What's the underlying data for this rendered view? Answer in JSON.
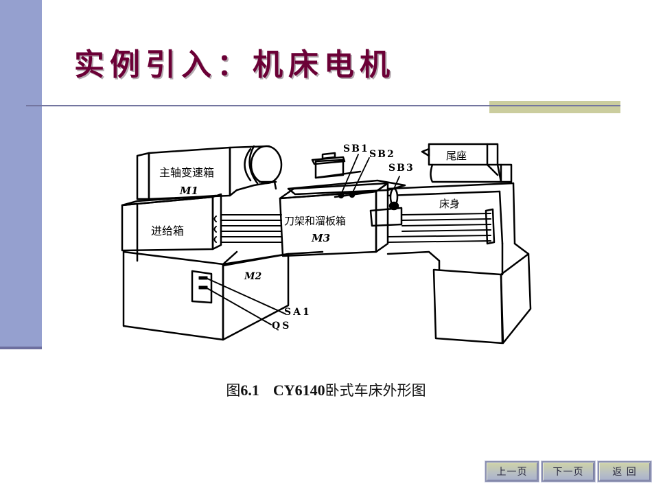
{
  "slide": {
    "title": "实例引入：机床电机",
    "colors": {
      "sidebar": "#95a0cf",
      "title": "#6b0036",
      "rule": "#73759f",
      "accent_bar": "#cbcd9e"
    }
  },
  "figure": {
    "labels": {
      "headstock": "主轴变速箱",
      "m1": "M1",
      "feed_box": "进给箱",
      "carriage": "刀架和溜板箱",
      "m3": "M3",
      "m2": "M2",
      "tailstock": "尾座",
      "bed": "床身",
      "sb1": "SB1",
      "sb2": "SB2",
      "sb3": "SB3",
      "sa1": "SA1",
      "qs": "QS"
    },
    "caption": {
      "prefix": "图",
      "number": "6.1",
      "model": "CY6140",
      "text": "卧式车床外形图"
    }
  },
  "nav": {
    "prev": "上一页",
    "next": "下一页",
    "back": "返 回"
  }
}
